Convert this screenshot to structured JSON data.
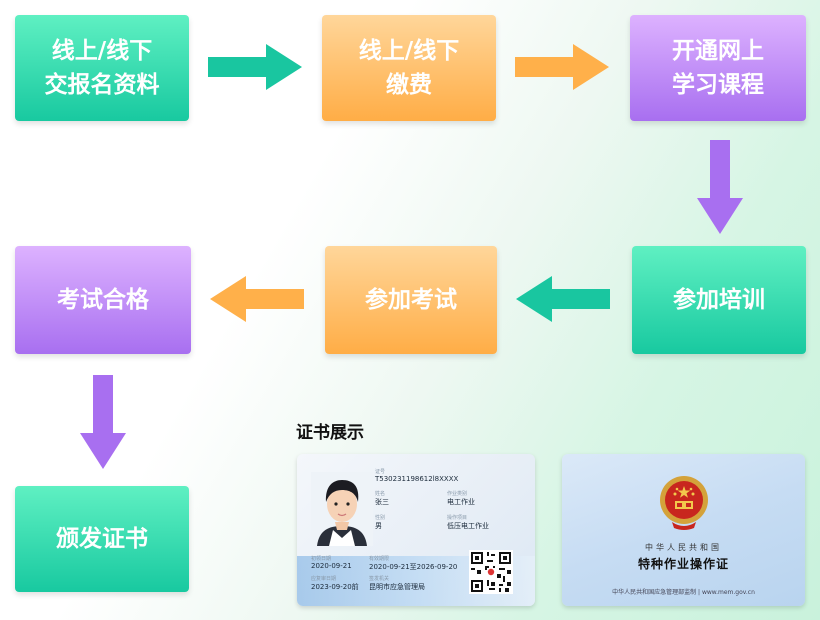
{
  "steps": {
    "submit": "线上/线下\n交报名资料",
    "pay": "线上/线下\n缴费",
    "open_course": "开通网上\n学习课程",
    "training": "参加培训",
    "exam": "参加考试",
    "pass": "考试合格",
    "issue": "颁发证书"
  },
  "cert_section_title": "证书展示",
  "cert_front": {
    "id_label": "证号",
    "id_value": "T530231198612l8XXXX",
    "name_label": "姓名",
    "name_value": "张三",
    "sex_label": "性别",
    "sex_value": "男",
    "category_label": "作业类别",
    "category_value": "电工作业",
    "project_label": "操作项目",
    "project_value": "低压电工作业",
    "first_date_label": "初领日期",
    "first_date_value": "2020-09-21",
    "valid_label": "有效期限",
    "valid_value": "2020-09-21至2026-09-20",
    "review_label": "应复审日期",
    "review_value": "2023-09-20前",
    "authority_label": "签发机关",
    "authority_value": "昆明市应急管理局"
  },
  "cert_back": {
    "country": "中华人民共和国",
    "title": "特种作业操作证",
    "footer": "中华人民共和国应急管理部监制 | www.mem.gov.cn"
  },
  "colors": {
    "green": "#18c9a0",
    "orange": "#ffad46",
    "purple": "#a86ff0"
  }
}
